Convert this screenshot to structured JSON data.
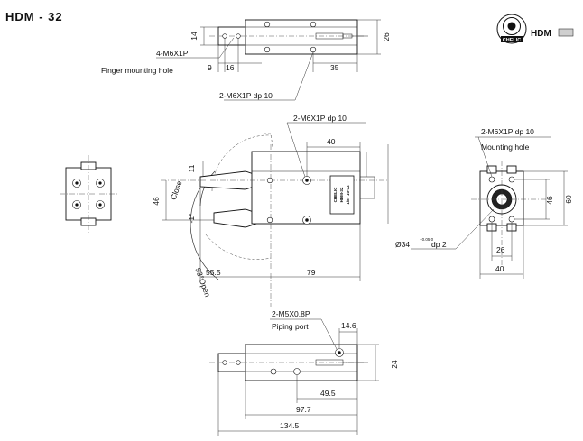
{
  "title": "HDM - 32",
  "badge": {
    "label": "HDM",
    "logo_text": "CHELIC",
    "swatch_color": "#cfcfcf"
  },
  "labels": {
    "finger_thread": "4-M6X1P",
    "finger_hole": "Finger mounting hole",
    "top_thread": "2-M6X1P dp 10",
    "main_thread": "2-M6X1P dp 10",
    "close": "Close",
    "close_angle": "-1°",
    "open": "93°Open",
    "right_thread": "2-M6X1P dp 10",
    "mounting_hole": "Mounting hole",
    "bore": "Ø34",
    "bore_tol": "+0.05\n0",
    "bore_depth": "dp 2",
    "piping_thread": "2-M5X0.8P",
    "piping_port": "Piping port",
    "body_plate": [
      "CHELIC",
      "HDM-32",
      "1/8\" 10-32"
    ]
  },
  "dimensions": {
    "top_14": "14",
    "top_26": "26",
    "top_9": "9",
    "top_16": "16",
    "top_35": "35",
    "main_40": "40",
    "main_11": "11",
    "main_46": "46",
    "main_55_5": "55.5",
    "main_79": "79",
    "right_46": "46",
    "right_60": "60",
    "right_26": "26",
    "right_40": "40",
    "bot_14_6": "14.6",
    "bot_24": "24",
    "bot_49_5": "49.5",
    "bot_97_7": "97.7",
    "bot_134_5": "134.5"
  }
}
